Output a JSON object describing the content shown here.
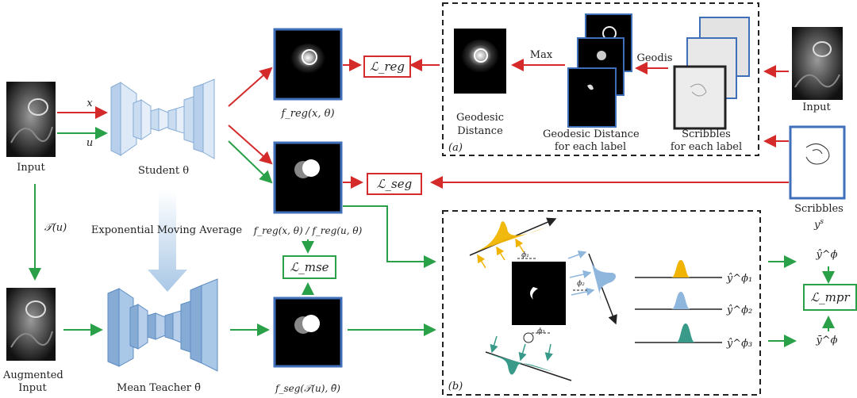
{
  "inputs": {
    "input_left": "Input",
    "augmented_input": "Augmented Input",
    "input_right": "Input",
    "scribbles_right": "Scribbles",
    "scribbles_symbol": "y",
    "scribbles_sup": "s"
  },
  "arrows": {
    "x": "x",
    "u": "u",
    "transform": "𝒯(u)"
  },
  "networks": {
    "student": "Student θ",
    "teacher": "Mean Teacher θ̄",
    "ema": "Exponential Moving Average"
  },
  "outputs": {
    "freg": "f_reg(x, θ)",
    "fseg": "f_reg(x, θ) / f_reg(u, θ)",
    "fseg_teacher": "f_seg(𝒯(u), θ̄)"
  },
  "losses": {
    "reg": "ℒ_reg",
    "seg": "ℒ_seg",
    "mse": "ℒ_mse",
    "mpr": "ℒ_mpr"
  },
  "panel_a": {
    "tag": "(a)",
    "max": "Max",
    "geodis": "Geodis",
    "geodesic_distance": [
      "Geodesic",
      "Distance"
    ],
    "geodesic_per_label": [
      "Geodesic Distance",
      "for each label"
    ],
    "scribbles_per_label": [
      "Scribbles",
      "for each label"
    ]
  },
  "panel_b": {
    "tag": "(b)",
    "phi1": "ϕ₁",
    "phi2": "ϕ₂",
    "phi3": "ϕ₃",
    "yphi1": "ŷ^ϕ₁",
    "yphi2": "ŷ^ϕ₂",
    "yphi3": "ŷ^ϕ₃",
    "yhat_phi": "ŷ^ϕ",
    "ybar_phi": "ȳ^ϕ"
  },
  "colors": {
    "red": "#d42a2a",
    "green": "#2aa048",
    "blue_frame": "#3f6fb8",
    "net_light": "#c9dcf0",
    "net_dark": "#86acd6",
    "yellow": "#f0b400",
    "lightblue": "#8fb6dd",
    "teal": "#3a9a8a"
  }
}
